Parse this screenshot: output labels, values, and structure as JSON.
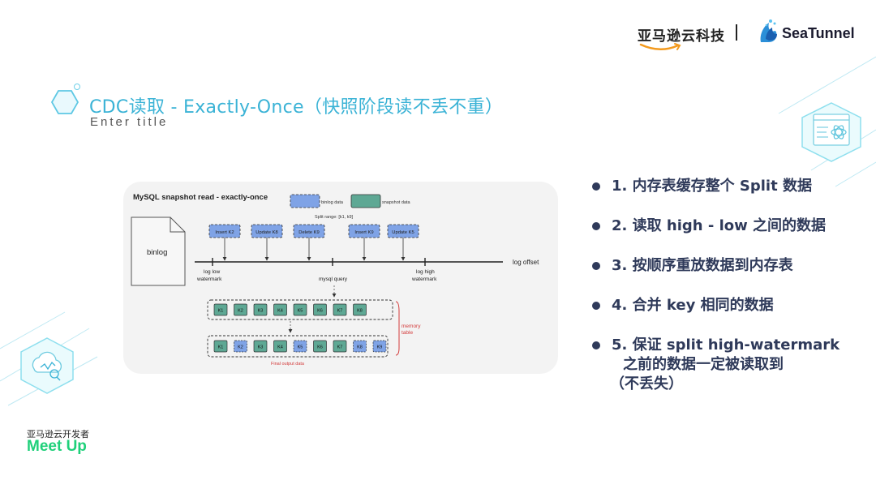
{
  "header": {
    "amazon_logo_text": "亚马逊云科技",
    "seatunnel_logo_text": "SeaTunnel"
  },
  "slide": {
    "title": "CDC读取 - Exactly-Once（快照阶段读不丢不重）",
    "subtitle": "Enter title"
  },
  "diagram": {
    "heading": "MySQL snapshot read - exactly-once",
    "legend": {
      "binlog": "binlog data",
      "snapshot": "snapshot data"
    },
    "split_range": "Split range: [k1, k9]",
    "binlog_doc_label": "binlog",
    "events": [
      "Insert K2",
      "Update K8",
      "Delete K9",
      "Insert K9",
      "Update K5"
    ],
    "axis_label": "log offset",
    "marks": {
      "low": [
        "log low",
        "watermark"
      ],
      "query": "mysql query",
      "high": [
        "log high",
        "watermark"
      ]
    },
    "memory_row": [
      "K1",
      "K2",
      "K3",
      "K4",
      "K5",
      "K6",
      "K7",
      "K8"
    ],
    "output_row": [
      {
        "label": "K1",
        "kind": "snapshot"
      },
      {
        "label": "K2",
        "kind": "binlog"
      },
      {
        "label": "K3",
        "kind": "snapshot"
      },
      {
        "label": "K4",
        "kind": "snapshot"
      },
      {
        "label": "K5",
        "kind": "binlog"
      },
      {
        "label": "K6",
        "kind": "snapshot"
      },
      {
        "label": "K7",
        "kind": "snapshot"
      },
      {
        "label": "K8",
        "kind": "binlog"
      },
      {
        "label": "K9",
        "kind": "binlog"
      }
    ],
    "memory_table_label": [
      "memory",
      "table"
    ],
    "final_output_label": "Final output data",
    "colors": {
      "binlog": "#7fa3e6",
      "snapshot": "#5ea894",
      "red": "#d33b3b"
    }
  },
  "bullets": [
    {
      "line1": "1. 内存表缓存整个 Split 数据"
    },
    {
      "line1": "2. 读取 high - low 之间的数据"
    },
    {
      "line1": "3. 按顺序重放数据到内存表"
    },
    {
      "line1": "4. 合并 key 相同的数据"
    },
    {
      "line1": "5. 保证 split high-watermark",
      "line2": "之前的数据一定被读取到",
      "line3": "（不丢失）"
    }
  ],
  "footer": {
    "meetup_cn": "亚马逊云开发者",
    "meetup_en": "Meet Up"
  },
  "theme": {
    "accent": "#3bb3d6",
    "green": "#1fd07a",
    "navy": "#2f3a5a"
  }
}
